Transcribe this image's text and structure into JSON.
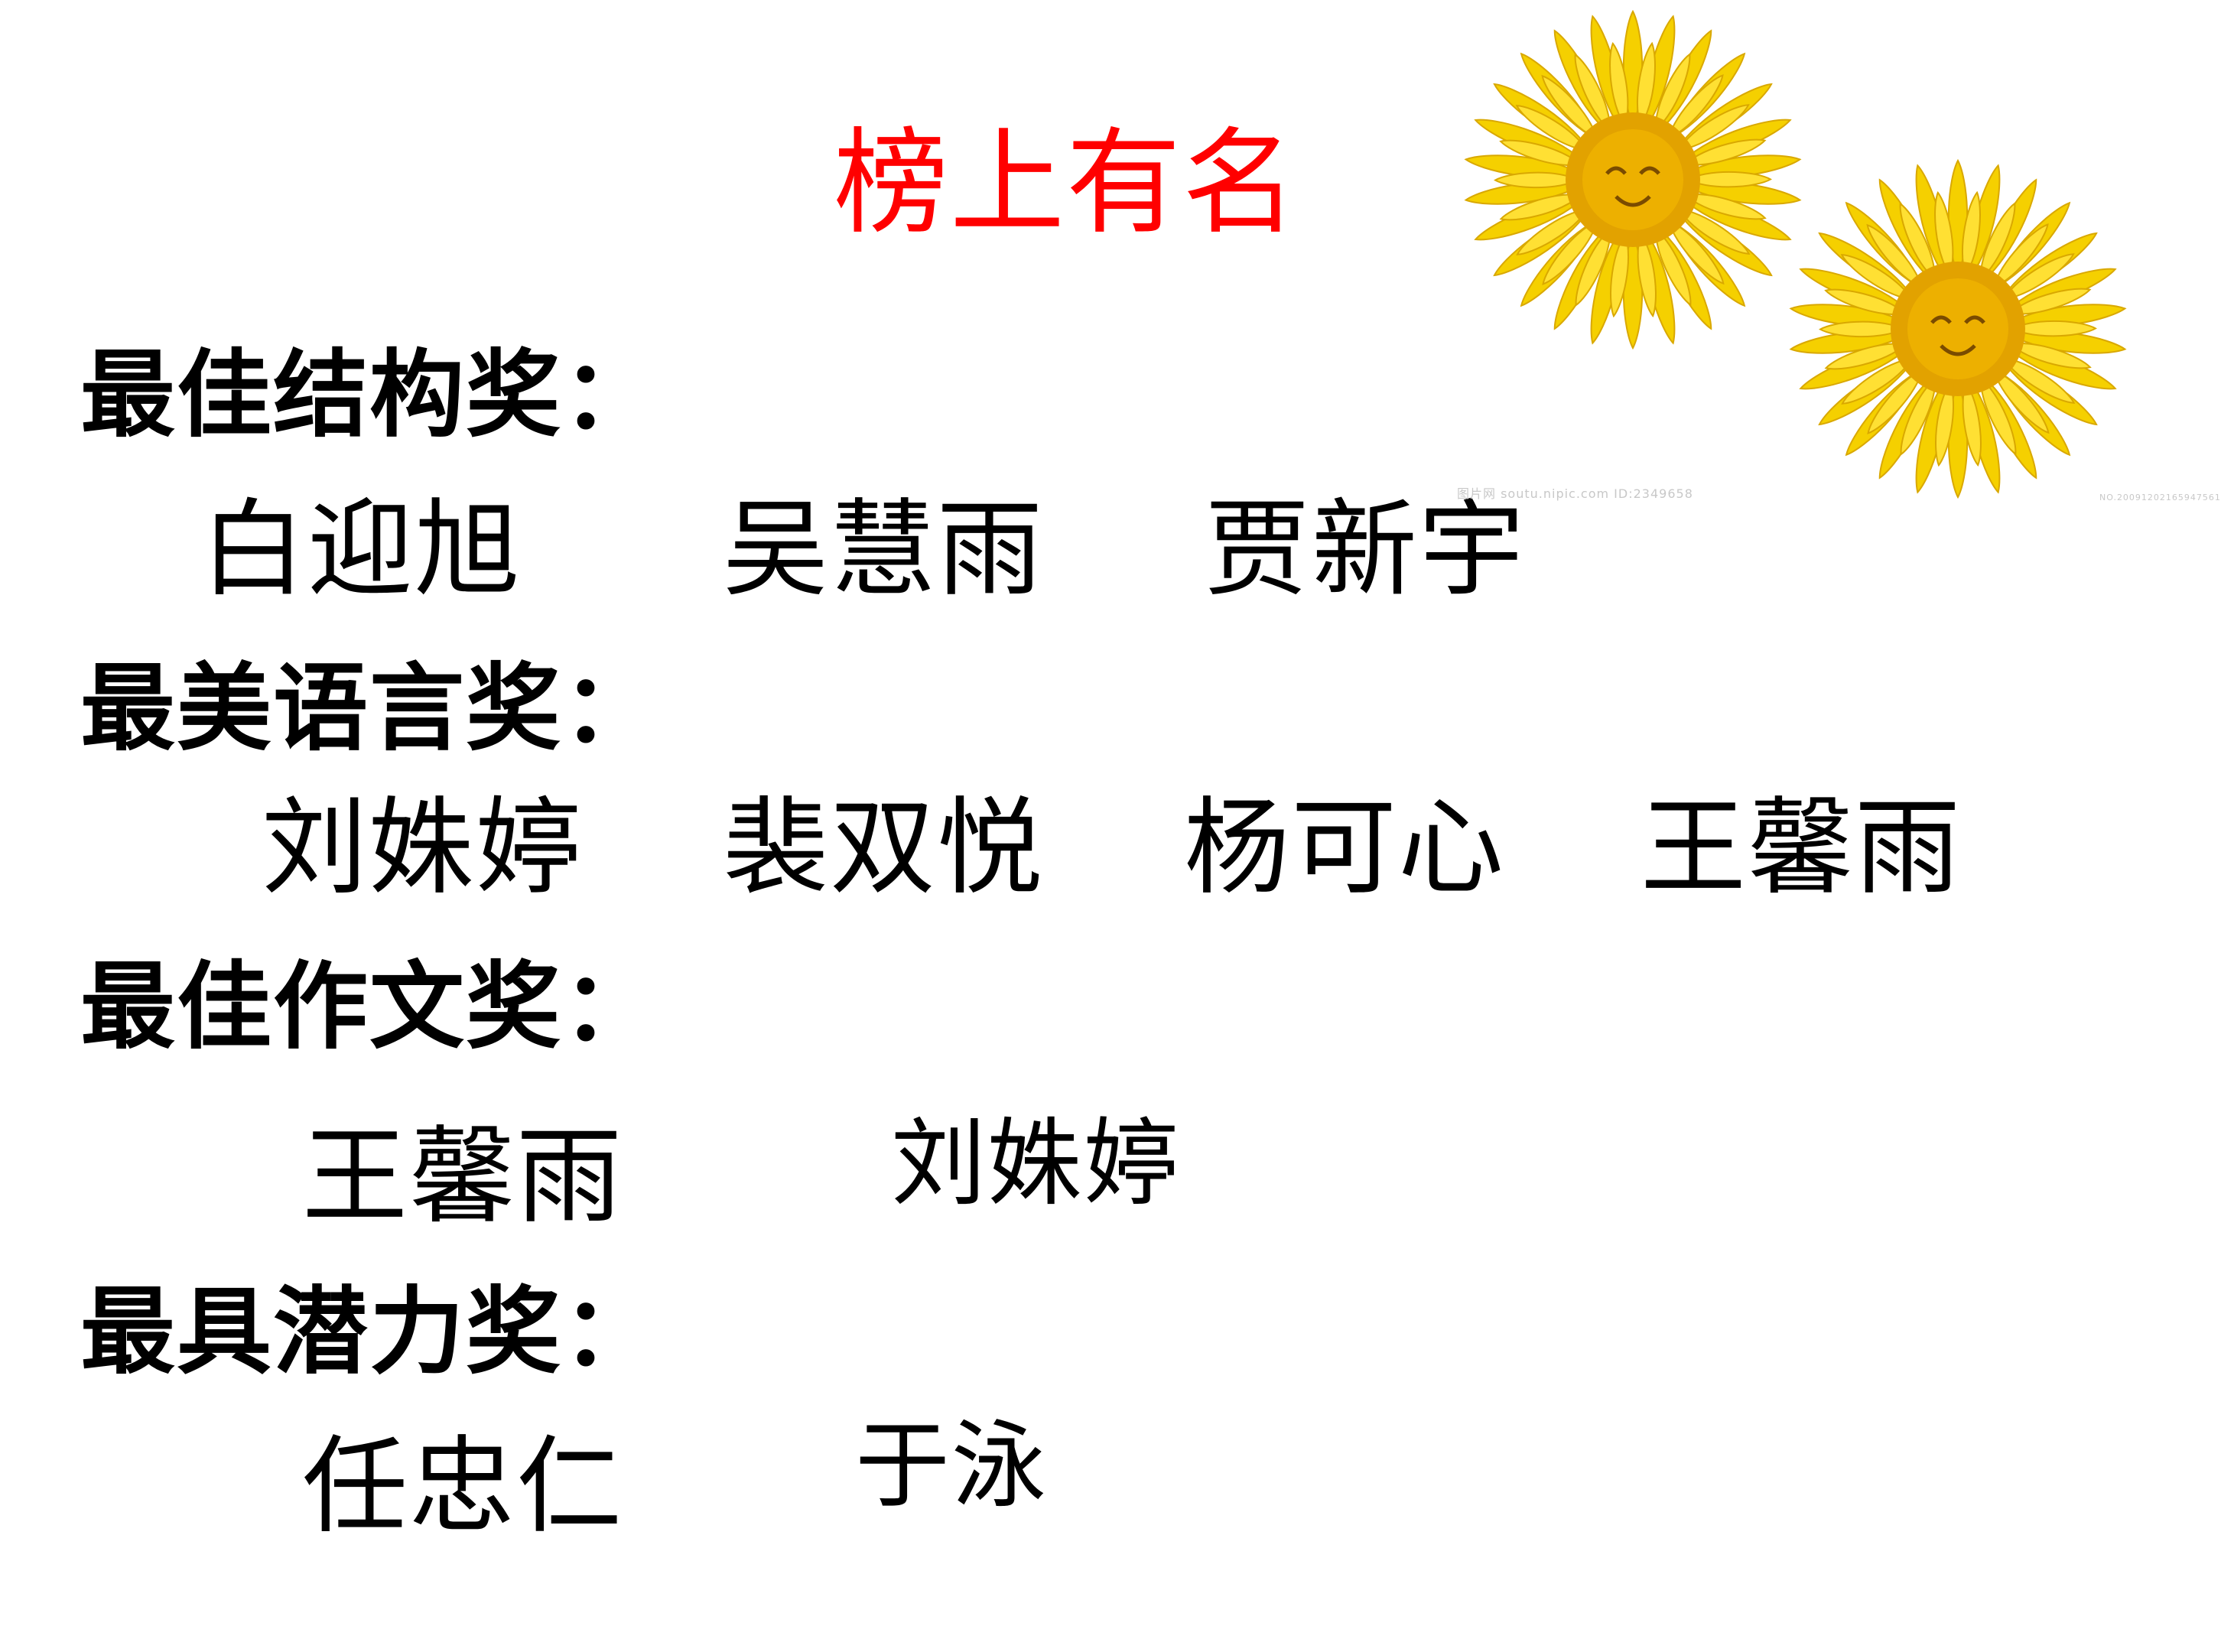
{
  "slide": {
    "title": "榜上有名",
    "colors": {
      "title": "#ff0000",
      "text": "#000000",
      "petal": "#f5d000",
      "petal_edge": "#d9a800",
      "center": "#e2a200"
    },
    "awards": [
      {
        "category": "最佳结构奖：",
        "winners": [
          "白迎旭",
          "吴慧雨",
          "贾新宇"
        ]
      },
      {
        "category": "最美语言奖：",
        "winners": [
          "刘姝婷",
          "裴双悦",
          "杨可心",
          "王馨雨"
        ]
      },
      {
        "category": "最佳作文奖：",
        "winners": [
          "王馨雨",
          "刘姝婷"
        ]
      },
      {
        "category": "最具潜力奖：",
        "winners": [
          "任忠仁",
          "于泳"
        ]
      }
    ],
    "decoration": {
      "icon": "smiling-sunflowers-icon",
      "watermark_left": "图片网 soutu.nipic.com  ID:2349658",
      "watermark_right": "NO.20091202165947561"
    }
  }
}
